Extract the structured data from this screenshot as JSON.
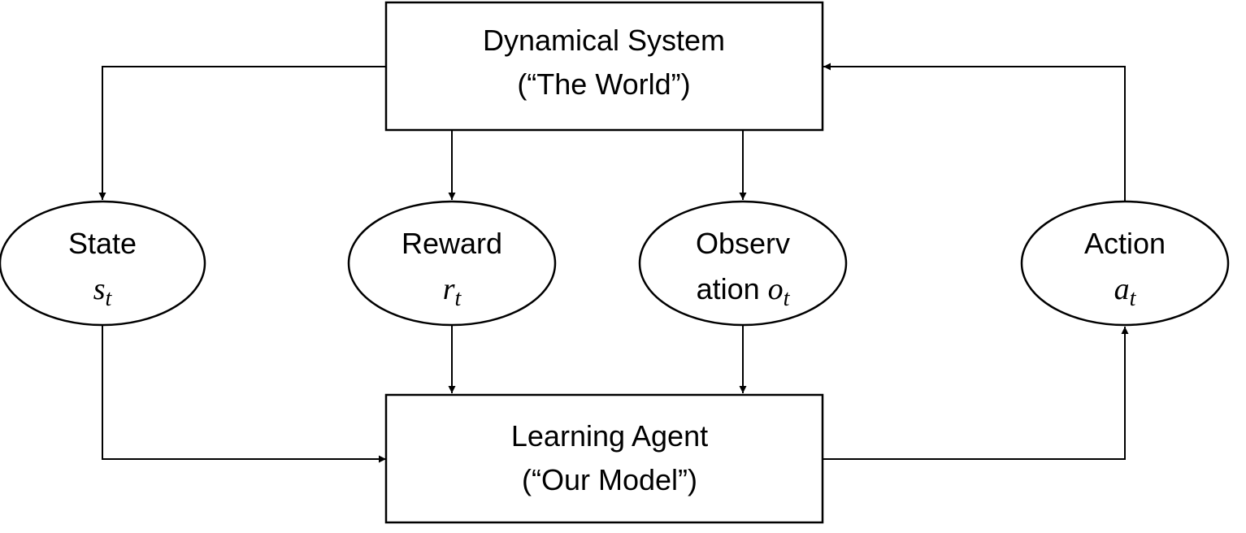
{
  "nodes": {
    "world": {
      "line1": "Dynamical System",
      "line2": "(“The World”)"
    },
    "agent": {
      "line1": "Learning Agent",
      "line2": "(“Our Model”)"
    },
    "state": {
      "label": "State",
      "symbol": "s",
      "subscript": "t"
    },
    "reward": {
      "label": "Reward",
      "symbol": "r",
      "subscript": "t"
    },
    "observation": {
      "line1": "Observ",
      "line2": "ation",
      "symbol": "o",
      "subscript": "t"
    },
    "action": {
      "label": "Action",
      "symbol": "a",
      "subscript": "t"
    }
  }
}
